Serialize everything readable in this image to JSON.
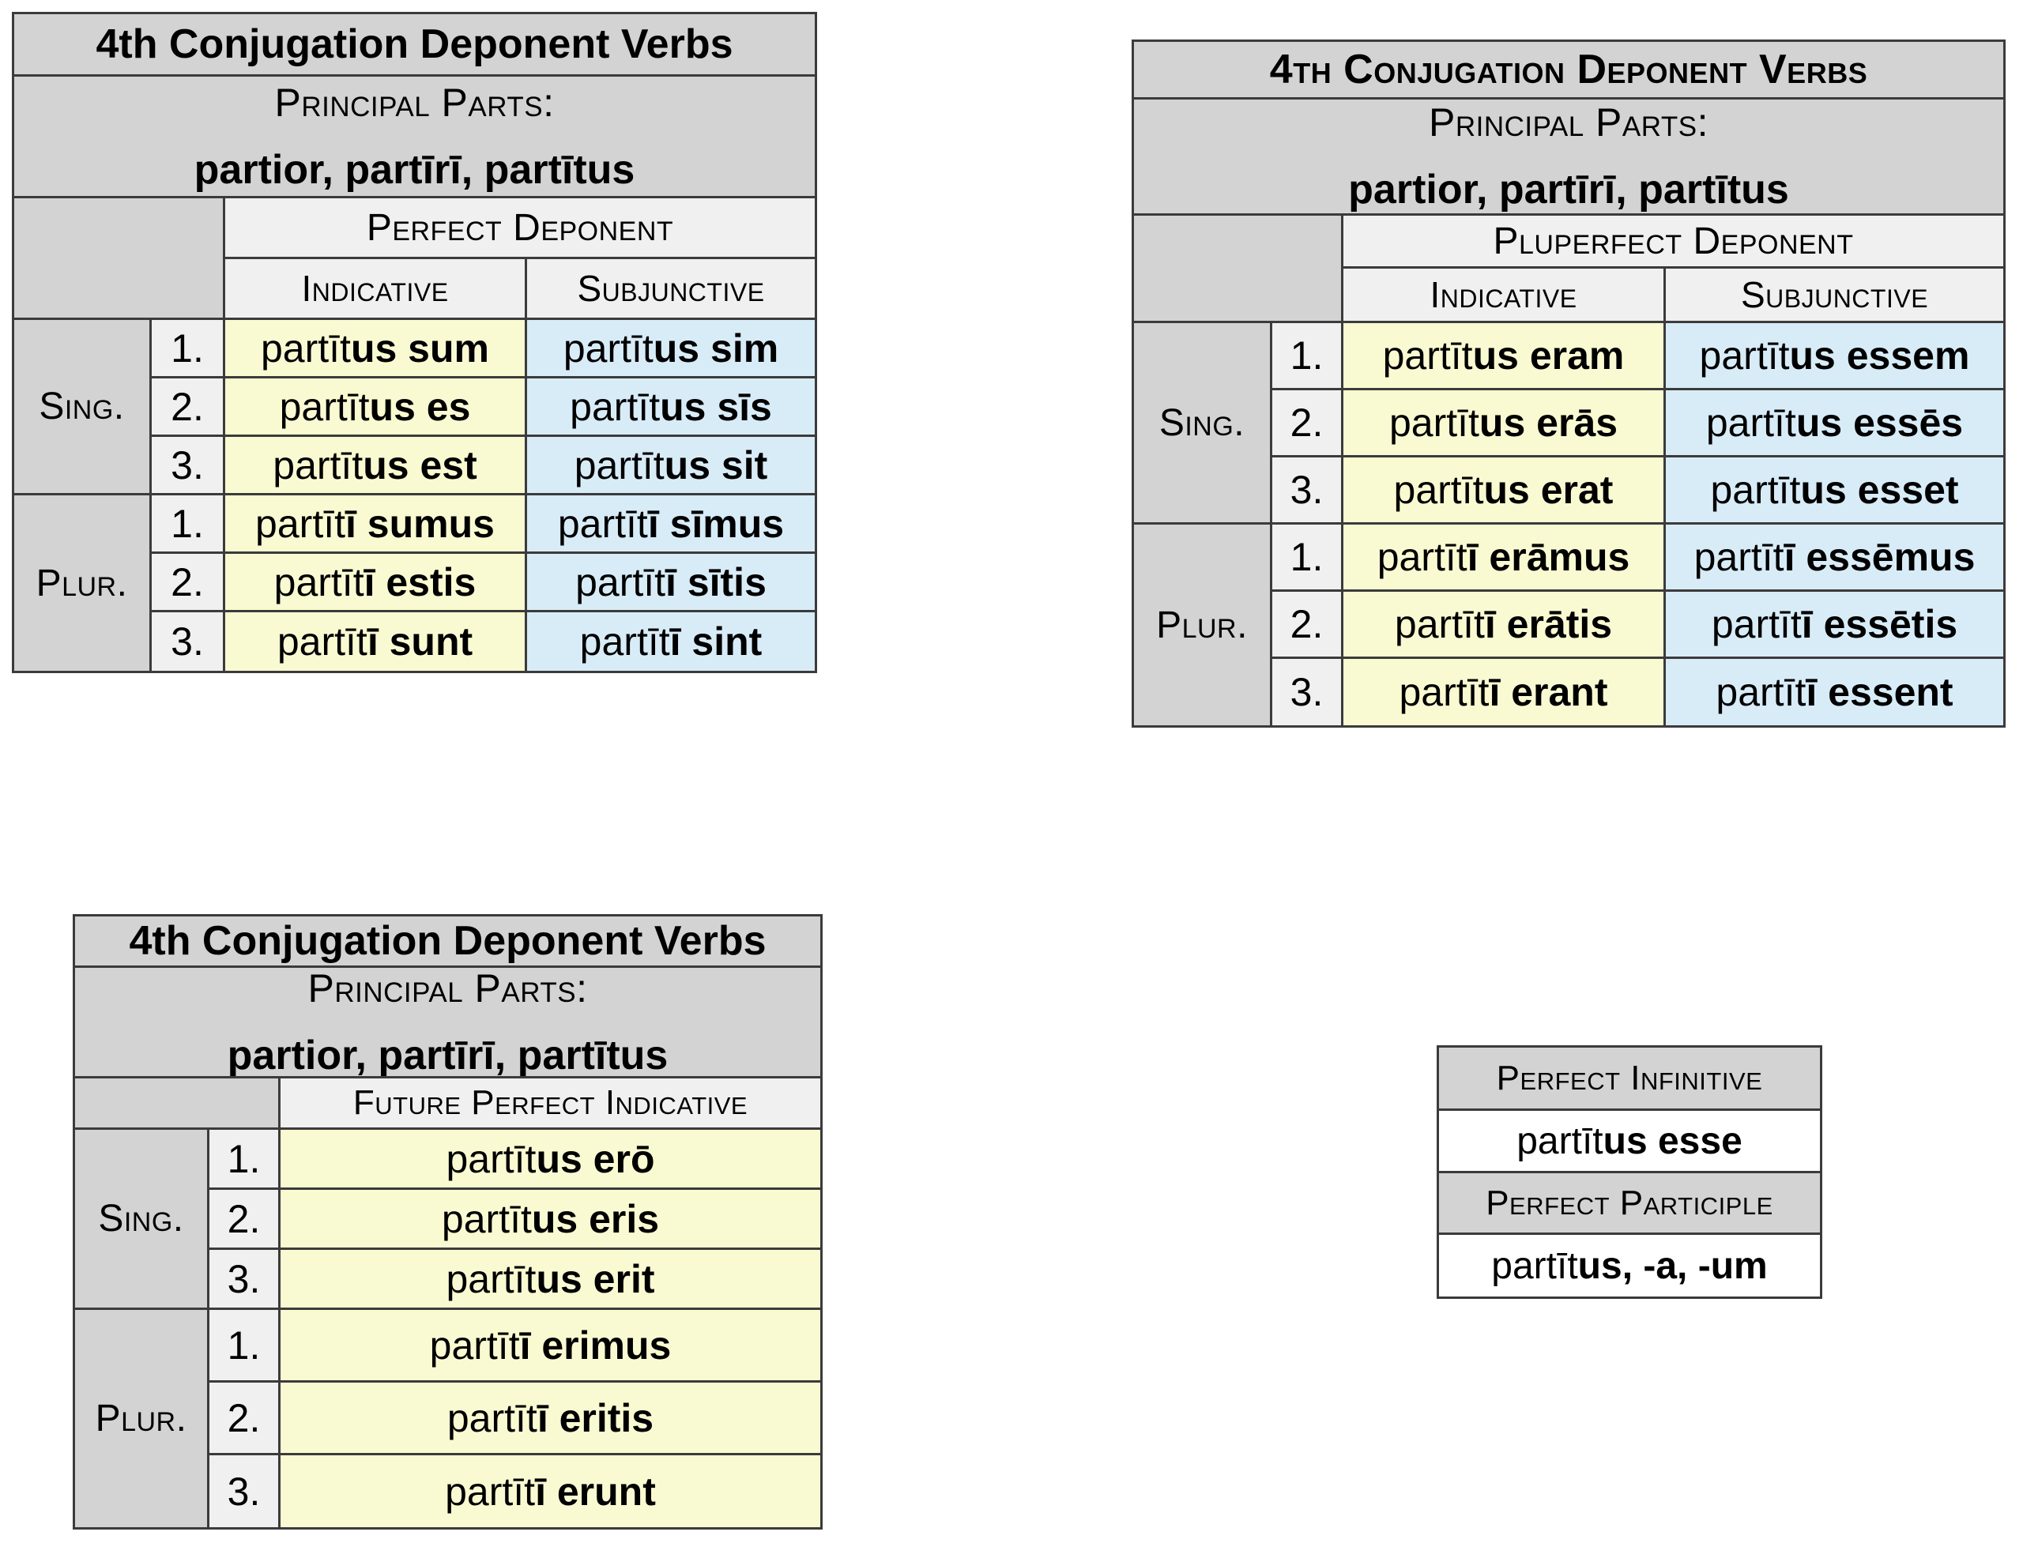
{
  "palette": {
    "header_gray": "#d3d3d3",
    "subheader_gray": "#f0f0f0",
    "indicative_yellow": "#fafad2",
    "subjunctive_blue": "#d8ecf8",
    "cell_white": "#ffffff",
    "border_color": "#3b3b3b",
    "text_color": "#000000"
  },
  "perfect_table": {
    "title": "4th Conjugation Deponent Verbs",
    "principal_parts_label": "Principal Parts:",
    "principal_parts": "partior, partīrī, partītus",
    "tense": "Perfect Deponent",
    "col_indicative": "Indicative",
    "col_subjunctive": "Subjunctive",
    "row_singular": "Sing.",
    "row_plural": "Plur.",
    "persons": [
      "1.",
      "2.",
      "3."
    ],
    "forms": {
      "sing": [
        {
          "ind_stem": "partīt",
          "ind_bold": "us sum",
          "subj_stem": "partīt",
          "subj_bold": "us sim"
        },
        {
          "ind_stem": "partīt",
          "ind_bold": "us es",
          "subj_stem": "partīt",
          "subj_bold": "us sīs"
        },
        {
          "ind_stem": "partīt",
          "ind_bold": "us est",
          "subj_stem": "partīt",
          "subj_bold": "us sit"
        }
      ],
      "plur": [
        {
          "ind_stem": "partīt",
          "ind_bold": "ī sumus",
          "subj_stem": "partīt",
          "subj_bold": "ī sīmus"
        },
        {
          "ind_stem": "partīt",
          "ind_bold": "ī estis",
          "subj_stem": "partīt",
          "subj_bold": "ī sītis"
        },
        {
          "ind_stem": "partīt",
          "ind_bold": "ī sunt",
          "subj_stem": "partīt",
          "subj_bold": "ī sint"
        }
      ]
    }
  },
  "pluperfect_table": {
    "title": "4th Conjugation Deponent Verbs",
    "principal_parts_label": "Principal Parts:",
    "principal_parts": "partior, partīrī, partītus",
    "tense": "Pluperfect Deponent",
    "col_indicative": "Indicative",
    "col_subjunctive": "Subjunctive",
    "row_singular": "Sing.",
    "row_plural": "Plur.",
    "persons": [
      "1.",
      "2.",
      "3."
    ],
    "forms": {
      "sing": [
        {
          "ind_stem": "partīt",
          "ind_bold": "us eram",
          "subj_stem": "partīt",
          "subj_bold": "us essem"
        },
        {
          "ind_stem": "partīt",
          "ind_bold": "us erās",
          "subj_stem": "partīt",
          "subj_bold": "us essēs"
        },
        {
          "ind_stem": "partīt",
          "ind_bold": "us erat",
          "subj_stem": "partīt",
          "subj_bold": "us esset"
        }
      ],
      "plur": [
        {
          "ind_stem": "partīt",
          "ind_bold": "ī erāmus",
          "subj_stem": "partīt",
          "subj_bold": "ī essēmus"
        },
        {
          "ind_stem": "partīt",
          "ind_bold": "ī erātis",
          "subj_stem": "partīt",
          "subj_bold": "ī essētis"
        },
        {
          "ind_stem": "partīt",
          "ind_bold": "ī erant",
          "subj_stem": "partīt",
          "subj_bold": "ī essent"
        }
      ]
    }
  },
  "future_perfect_table": {
    "title": "4th Conjugation Deponent Verbs",
    "principal_parts_label": "Principal Parts:",
    "principal_parts": "partior, partīrī, partītus",
    "tense": "Future Perfect Indicative",
    "row_singular": "Sing.",
    "row_plural": "Plur.",
    "persons": [
      "1.",
      "2.",
      "3."
    ],
    "forms": {
      "sing": [
        {
          "stem": "partīt",
          "bold": "us erō"
        },
        {
          "stem": "partīt",
          "bold": "us eris"
        },
        {
          "stem": "partīt",
          "bold": "us erit"
        }
      ],
      "plur": [
        {
          "stem": "partīt",
          "bold": "ī erimus"
        },
        {
          "stem": "partīt",
          "bold": "ī eritis"
        },
        {
          "stem": "partīt",
          "bold": "ī erunt"
        }
      ]
    }
  },
  "nonfinite_table": {
    "infinitive_label": "Perfect Infinitive",
    "infinitive_stem": "partīt",
    "infinitive_bold": "us esse",
    "participle_label": "Perfect Participle",
    "participle_stem": "partīt",
    "participle_bold": "us, -a, -um"
  }
}
